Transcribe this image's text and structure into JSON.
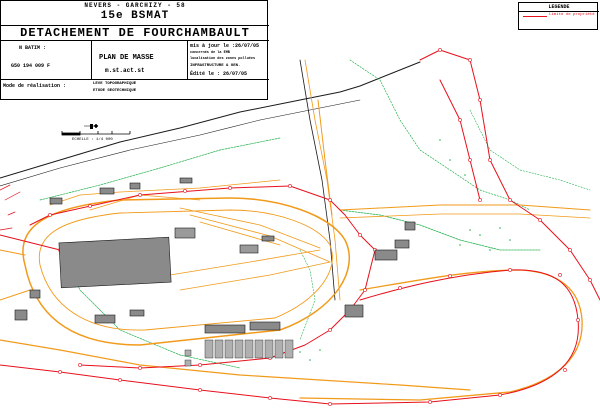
{
  "title_block": {
    "line1": "NEVERS - GARCHIZY - 58",
    "line2": "15e BSMAT",
    "line3": "DETACHEMENT DE FOURCHAMBAULT",
    "code_label": "N BATIM :",
    "code_value": "G50 194 009 F",
    "plan_title": "PLAN DE MASSE",
    "plan_sub": "m.st.act.st",
    "update": "mis à jour le :26/07/05",
    "update_detail": "concernés de la EMB",
    "update_detail2": "localisation des zones polluées",
    "author": "INFRASTRUCTURE & GEN.",
    "date": "Édité le : 26/07/05",
    "mode_label": "Mode de réalisation :",
    "mode_value": "LEVE TOPOGRAPHIQUE",
    "mode_value2": "ETUDE GEOTECHNIQUE"
  },
  "legend": {
    "title": "LEGENDE",
    "item": "Limite de propriété",
    "item_color": "#e8101c"
  },
  "scale": {
    "label": "ECHELLE : 1/4 000"
  },
  "colors": {
    "boundary": "#e8101c",
    "roads": "#f29a1a",
    "vegetation": "#22b14c",
    "buildings": "#808080",
    "dark_lines": "#1a1a1a"
  }
}
